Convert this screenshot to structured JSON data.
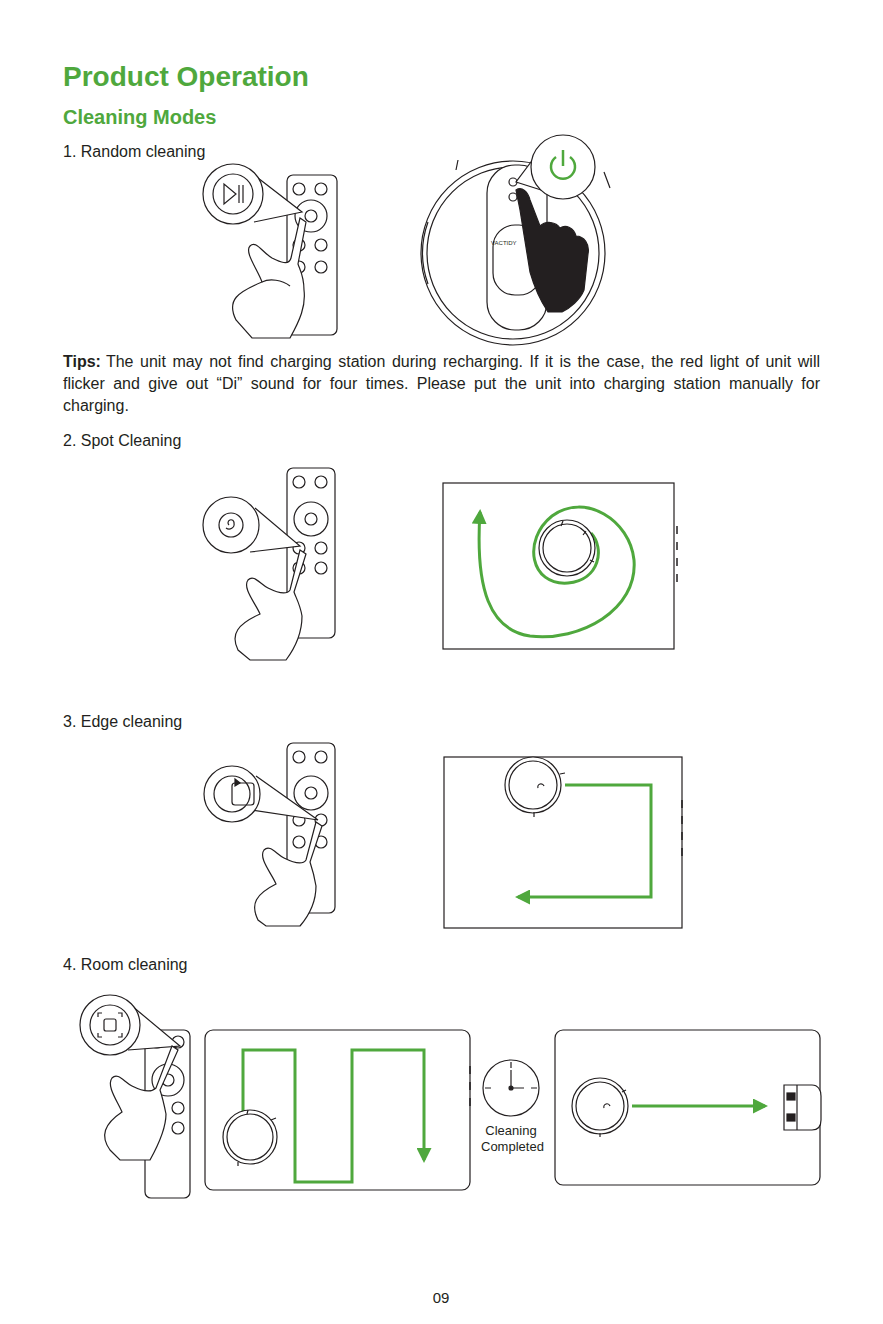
{
  "diagram": {
    "title": "Product Operation",
    "labels": [
      "Cleaning Modes",
      "1. Random cleaning",
      "Tips:",
      "The unit may not find charging station during recharging. If it is the case, the red light of unit will flicker and give out “Di” sound for four times. Please put the unit into charging station manually for charging.",
      "2. Spot Cleaning",
      "3. Edge cleaning",
      "4. Room cleaning",
      "Cleaning Completed",
      "VACTIDY",
      "09"
    ]
  }
}
